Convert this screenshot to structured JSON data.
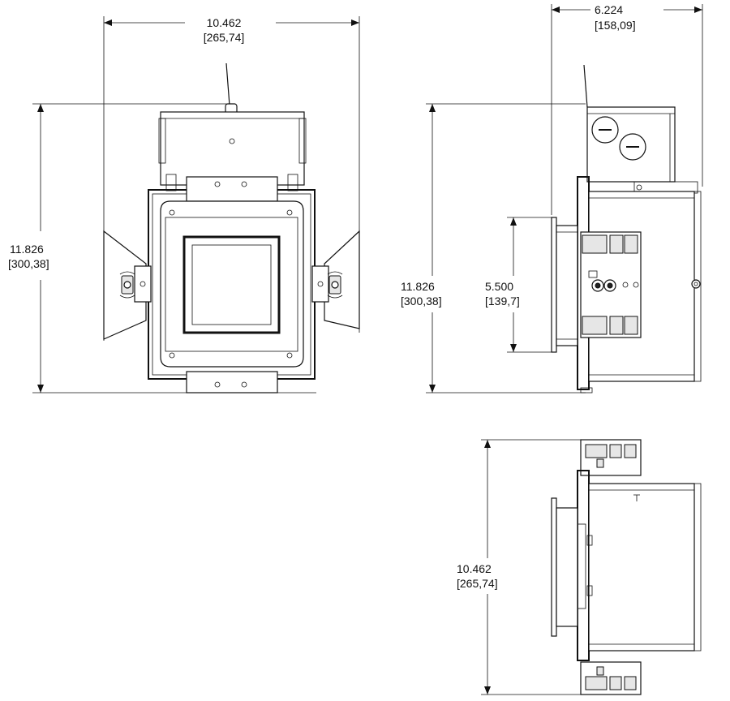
{
  "dimensions": {
    "front_width": {
      "value": "10.462",
      "metric": "[265,74]"
    },
    "front_height": {
      "value": "11.826",
      "metric": "[300,38]"
    },
    "side_depth": {
      "value": "6.224",
      "metric": "[158,09]"
    },
    "side_height": {
      "value": "11.826",
      "metric": "[300,38]"
    },
    "aperture": {
      "value": "5.500",
      "metric": "[139,7]"
    },
    "top_width": {
      "value": "10.462",
      "metric": "[265,74]"
    }
  }
}
